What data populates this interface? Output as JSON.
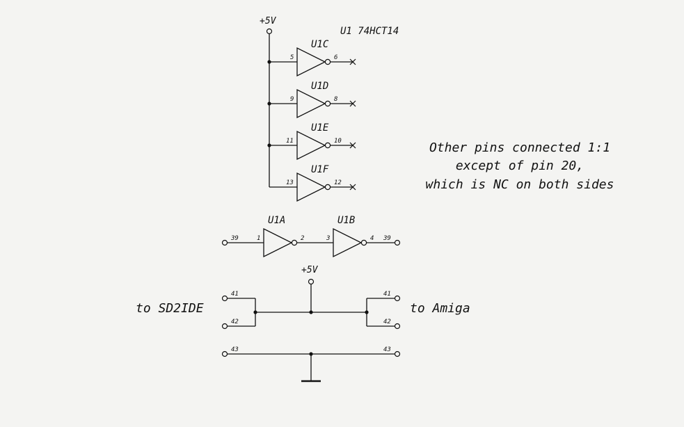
{
  "chip_label": "U1 74HCT14",
  "power_label": "+5V",
  "note_lines": [
    "Other pins connected 1:1",
    "except of pin 20,",
    "which is NC on both sides"
  ],
  "unused_gates": [
    {
      "ref": "U1C",
      "in_pin": "5",
      "out_pin": "6"
    },
    {
      "ref": "U1D",
      "in_pin": "9",
      "out_pin": "8"
    },
    {
      "ref": "U1E",
      "in_pin": "11",
      "out_pin": "10"
    },
    {
      "ref": "U1F",
      "in_pin": "13",
      "out_pin": "12"
    }
  ],
  "buffer_chain": {
    "in_connector_pin": "39",
    "out_connector_pin": "39",
    "gates": [
      {
        "ref": "U1A",
        "in_pin": "1",
        "out_pin": "2"
      },
      {
        "ref": "U1B",
        "in_pin": "3",
        "out_pin": "4"
      }
    ]
  },
  "left_connector": {
    "label": "to SD2IDE",
    "pins": [
      "41",
      "42",
      "43"
    ]
  },
  "right_connector": {
    "label": "to Amiga",
    "pins": [
      "41",
      "42",
      "43"
    ]
  }
}
